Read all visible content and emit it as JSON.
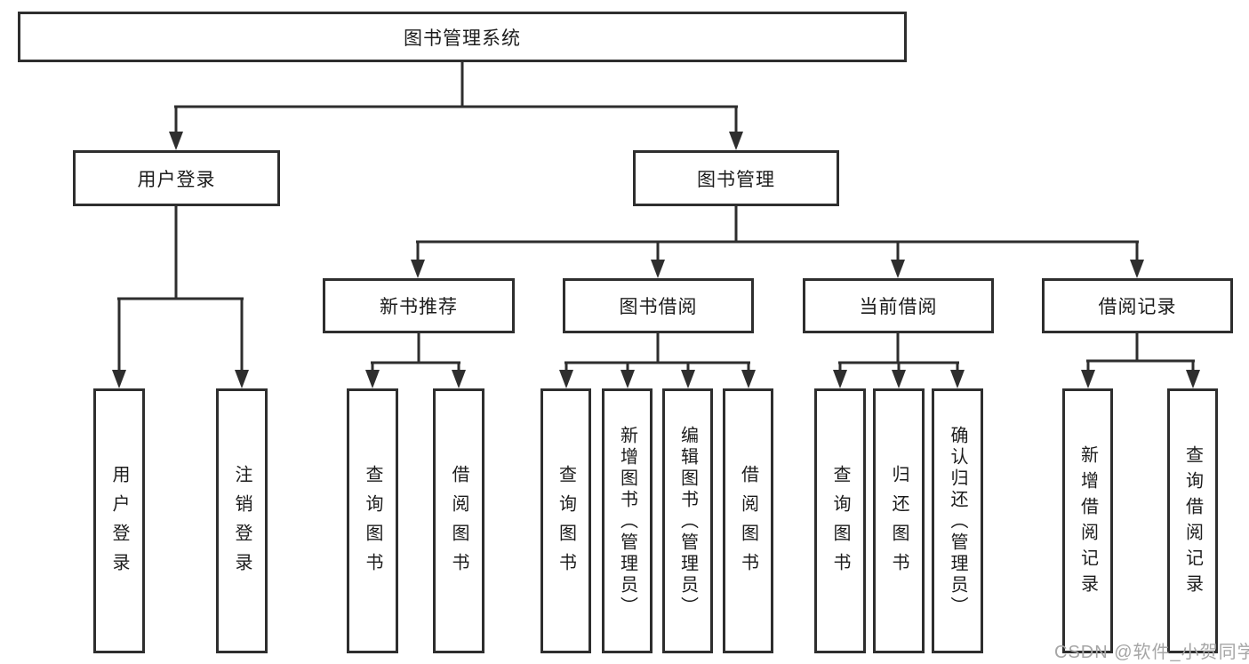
{
  "diagram": {
    "root": {
      "label": "图书管理系统"
    },
    "level2": [
      {
        "label": "用户登录"
      },
      {
        "label": "图书管理"
      }
    ],
    "level3": [
      {
        "label": "新书推荐"
      },
      {
        "label": "图书借阅"
      },
      {
        "label": "当前借阅"
      },
      {
        "label": "借阅记录"
      }
    ],
    "leaves": {
      "login": [
        {
          "label": "用户登录"
        },
        {
          "label": "注销登录"
        }
      ],
      "recommend": [
        {
          "label": "查询图书"
        },
        {
          "label": "借阅图书"
        }
      ],
      "borrow": [
        {
          "label": "查询图书"
        },
        {
          "label": "新增图书（管理员）"
        },
        {
          "label": "编辑图书（管理员）"
        },
        {
          "label": "借阅图书"
        }
      ],
      "current": [
        {
          "label": "查询图书"
        },
        {
          "label": "归还图书"
        },
        {
          "label": "确认归还（管理员）"
        }
      ],
      "records": [
        {
          "label": "新增借阅记录"
        },
        {
          "label": "查询借阅记录"
        }
      ]
    },
    "colors": {
      "line": "#2e2e2e",
      "box_border": "#2e2e2e",
      "text": "#1c1c1c",
      "background": "#ffffff",
      "watermark": "#a6a6a6"
    }
  },
  "watermark": {
    "text": "CSDN @软件_小贺同学"
  }
}
